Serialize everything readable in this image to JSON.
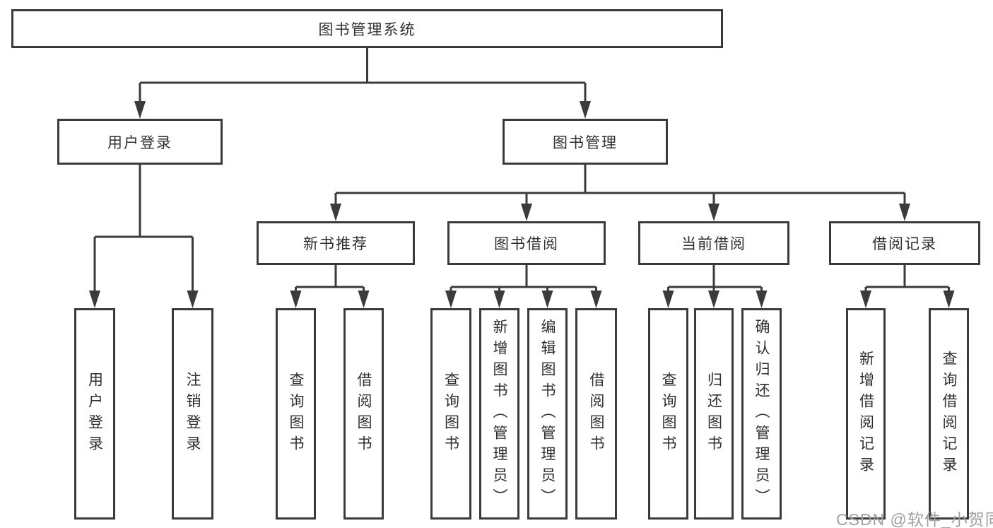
{
  "diagram": {
    "root": {
      "label": "图书管理系统"
    },
    "level2": [
      {
        "id": "user-login",
        "label": "用户登录"
      },
      {
        "id": "book-management",
        "label": "图书管理"
      }
    ],
    "level3": [
      {
        "id": "new-book-recommend",
        "parent": "图书管理",
        "label": "新书推荐"
      },
      {
        "id": "book-borrowing",
        "parent": "图书管理",
        "label": "图书借阅"
      },
      {
        "id": "current-borrowing",
        "parent": "图书管理",
        "label": "当前借阅"
      },
      {
        "id": "borrowing-records",
        "parent": "图书管理",
        "label": "借阅记录"
      }
    ],
    "leaves": [
      {
        "parent": "用户登录",
        "label": "用户登录"
      },
      {
        "parent": "用户登录",
        "label": "注销登录"
      },
      {
        "parent": "新书推荐",
        "label": "查询图书"
      },
      {
        "parent": "新书推荐",
        "label": "借阅图书"
      },
      {
        "parent": "图书借阅",
        "label": "查询图书"
      },
      {
        "parent": "图书借阅",
        "label": "新增图书（管理员）"
      },
      {
        "parent": "图书借阅",
        "label": "编辑图书（管理员）"
      },
      {
        "parent": "图书借阅",
        "label": "借阅图书"
      },
      {
        "parent": "当前借阅",
        "label": "查询图书"
      },
      {
        "parent": "当前借阅",
        "label": "归还图书"
      },
      {
        "parent": "当前借阅",
        "label": "确认归还（管理员）"
      },
      {
        "parent": "借阅记录",
        "label": "新增借阅记录"
      },
      {
        "parent": "借阅记录",
        "label": "查询借阅记录"
      }
    ]
  },
  "watermark": {
    "text": "CSDN @软件_小贺同学"
  },
  "colors": {
    "line": "#3b3b3b",
    "text": "#2e2e2e",
    "watermark": "#a0a0a0",
    "background": "#ffffff"
  }
}
